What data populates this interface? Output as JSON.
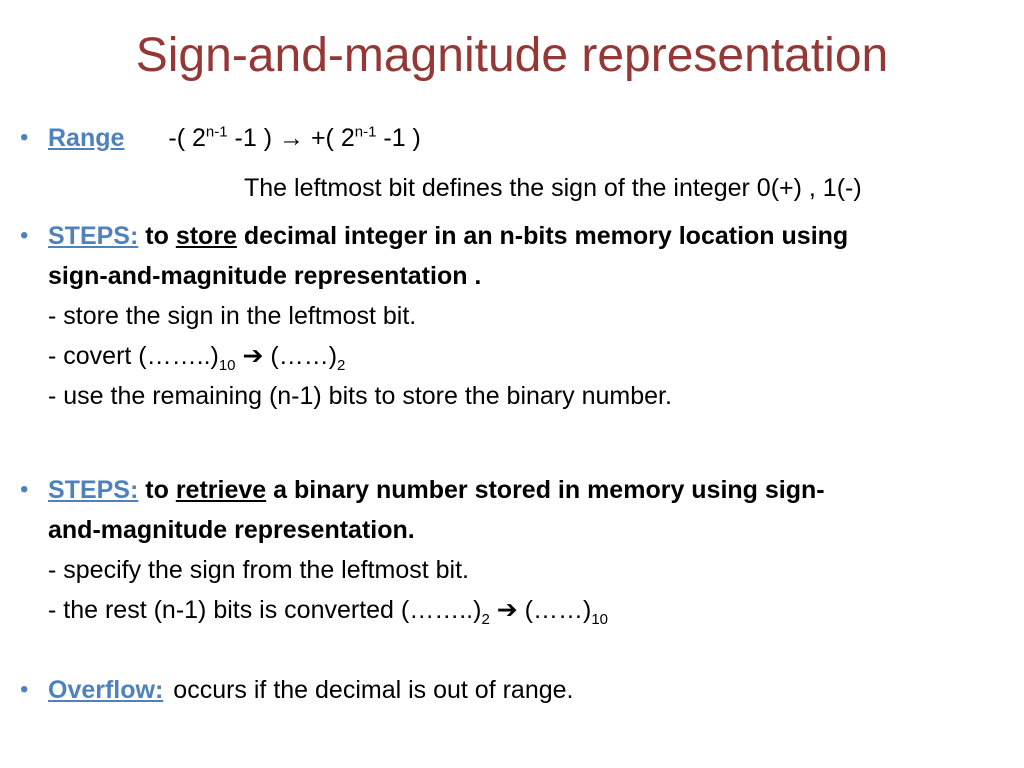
{
  "title": "Sign-and-magnitude representation",
  "bullets": {
    "range": {
      "label": "Range",
      "expr": {
        "open_neg": "-( 2",
        "exp1": "n-1",
        "mid1": " -1 )",
        "arrow": "→",
        "open_pos": " +( 2",
        "exp2": "n-1",
        "mid2": " -1 )"
      },
      "note": "The leftmost bit defines the sign of the integer 0(+) , 1(-)"
    },
    "store": {
      "label": "STEPS:",
      "lead": "to",
      "verb": "store",
      "heading_rest": "decimal integer in an n-bits memory location using",
      "heading_line2": "sign-and-magnitude representation .",
      "step1": "- store the sign in the leftmost bit.",
      "step2_pre": "- covert (……..)",
      "step2_sub1": "10",
      "arrow": "➔",
      "step2_mid": " (……)",
      "step2_sub2": "2",
      "step3": "- use the remaining (n-1) bits to store the binary number."
    },
    "retrieve": {
      "label": "STEPS:",
      "lead": "to",
      "verb": "retrieve",
      "heading_rest": "a binary number stored in memory using sign-",
      "heading_line2": "and-magnitude representation.",
      "step1": "- specify the sign from the leftmost bit.",
      "step2_pre": "- the rest (n-1) bits is converted (……..)",
      "step2_sub1": "2",
      "arrow": "➔",
      "step2_mid": " (……)",
      "step2_sub2": "10"
    },
    "overflow": {
      "label": "Overflow:",
      "text": "occurs if the decimal is out of range."
    }
  },
  "bullet_symbol": "•",
  "colors": {
    "title": "#953734",
    "accent": "#4f81bd",
    "text": "#000000",
    "background": "#ffffff"
  }
}
